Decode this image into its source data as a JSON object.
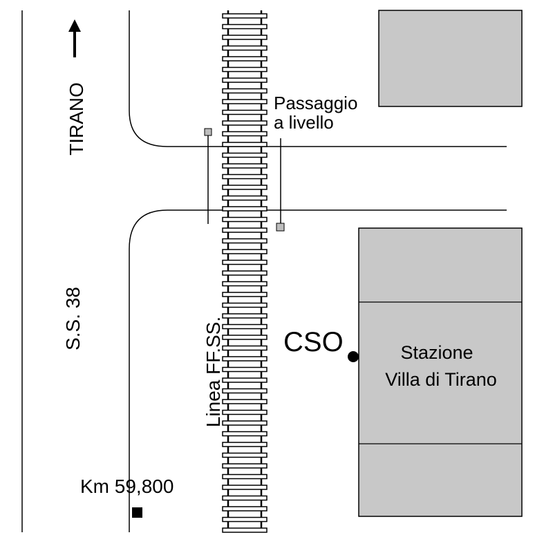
{
  "labels": {
    "direction": "TIRANO",
    "road": "S.S. 38",
    "railway": "Linea FF.SS.",
    "crossing_line1": "Passaggio",
    "crossing_line2": "a livello",
    "cso": "CSO",
    "station_line1": "Stazione",
    "station_line2": "Villa di Tirano",
    "km_marker": "Km 59,800"
  },
  "icons": {
    "direction": "arrow-up-icon",
    "crossing_signal": "square-marker-icon",
    "cso_point": "dot-marker-icon",
    "km_marker": "square-marker-icon"
  },
  "colors": {
    "line": "#000000",
    "building_fill": "#c8c8c8",
    "signal_fill": "#bdbdbd",
    "background": "#ffffff"
  }
}
